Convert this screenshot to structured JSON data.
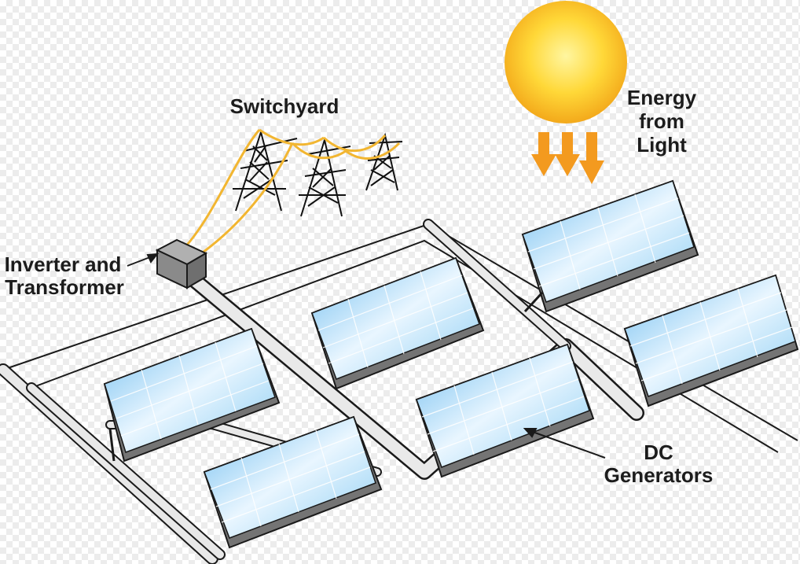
{
  "labels": {
    "switchyard": "Switchyard",
    "energy_line1": "Energy",
    "energy_line2": "from",
    "energy_line3": "Light",
    "inverter_line1": "Inverter and",
    "inverter_line2": "Transformer",
    "dc_line1": "DC",
    "dc_line2": "Generators"
  },
  "colors": {
    "sun_core": "#ffe54a",
    "sun_edge": "#f5b21e",
    "arrow": "#f39a1f",
    "wire": "#f2b631",
    "panel_face_light": "#e6f4ff",
    "panel_face_dark": "#7fc4ef",
    "panel_frame": "#707070",
    "rail": "#e6e6e6",
    "outline": "#1a1a1a"
  }
}
